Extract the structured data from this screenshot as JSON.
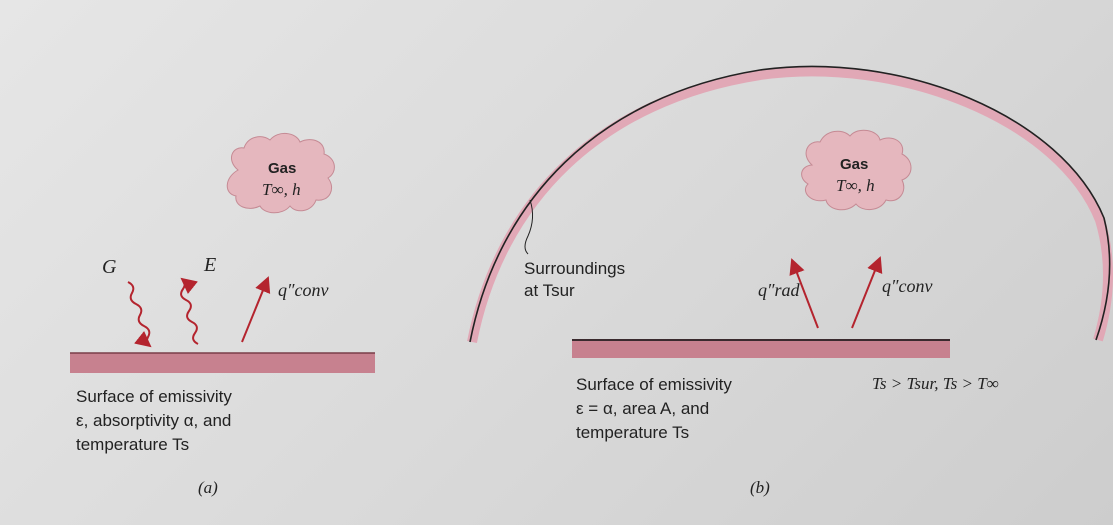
{
  "panel_a": {
    "gas_label": "Gas",
    "gas_vars": "T∞, h",
    "irradiation_symbol": "G",
    "emission_symbol": "E",
    "conv_flux": "q″conv",
    "surface_caption": [
      "Surface of emissivity",
      "ε, absorptivity α, and",
      "temperature Ts"
    ],
    "sublabel": "(a)"
  },
  "panel_b": {
    "gas_label": "Gas",
    "gas_vars": "T∞, h",
    "surroundings_caption": [
      "Surroundings",
      "at Tsur"
    ],
    "rad_flux": "q″rad",
    "conv_flux": "q″conv",
    "surface_caption": [
      "Surface of emissivity",
      "ε = α, area A, and",
      "temperature Ts"
    ],
    "condition": "Ts > Tsur, Ts > T∞",
    "sublabel": "(b)"
  },
  "colors": {
    "surface": "#c7818f",
    "cloud": "#e5b7be",
    "arrow": "#b4242e",
    "enclosure": "#d58a9b"
  }
}
